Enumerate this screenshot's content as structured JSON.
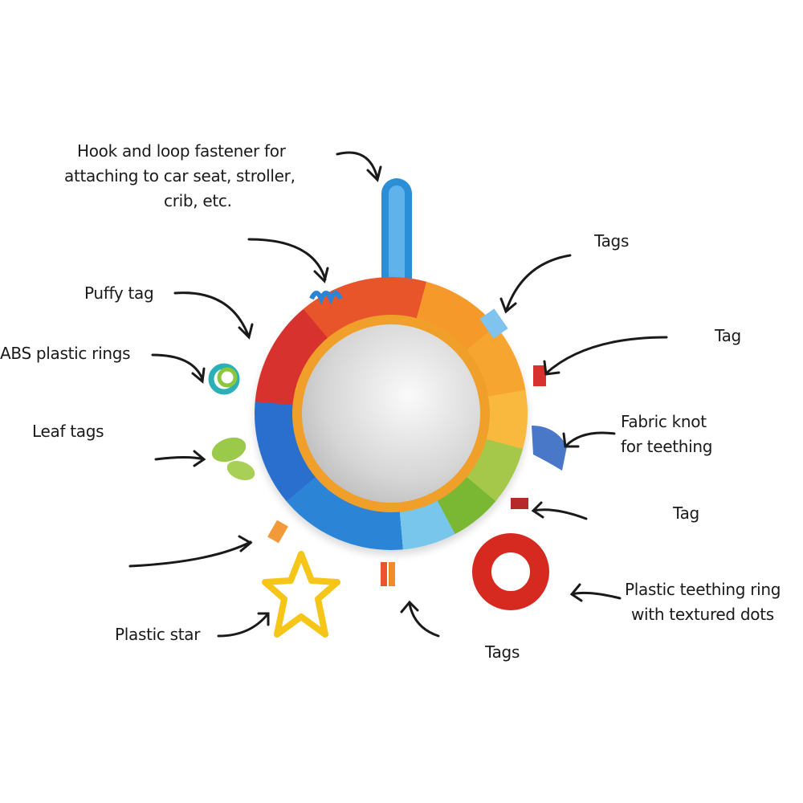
{
  "labels": {
    "hook_loop": [
      "Hook and loop fastener for",
      "attaching to car seat, stroller,",
      "crib, etc."
    ],
    "tags_top": "Tags",
    "puffy_tag": "Puffy tag",
    "tag_right": "Tag",
    "abs_rings": "ABS plastic rings",
    "fabric_knot": [
      "Fabric knot",
      "for teething"
    ],
    "leaf_tags": "Leaf tags",
    "tag_lower_right": "Tag",
    "teething_ring": [
      "Plastic teething ring",
      "with textured dots"
    ],
    "plastic_star": "Plastic star",
    "tags_bottom": "Tags"
  },
  "colors": {
    "ink": "#1a1a1a",
    "strap": "#2b8fd8",
    "teether": "#d62a20",
    "star": "#f5c518"
  }
}
